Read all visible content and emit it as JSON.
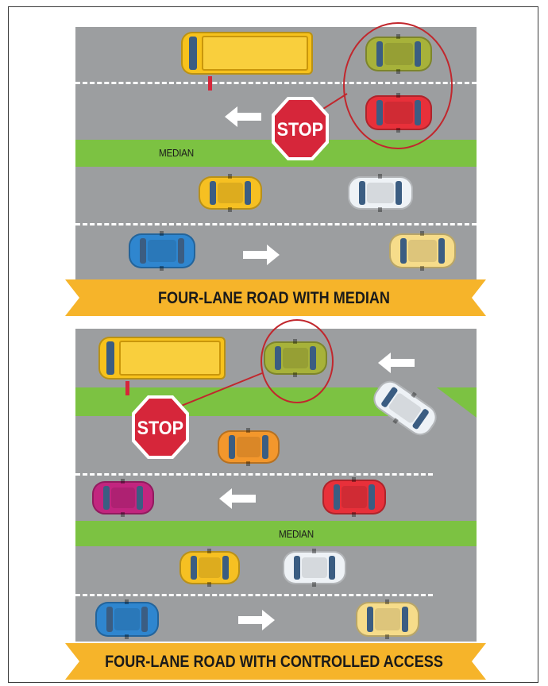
{
  "panels": [
    {
      "median_label": "MEDIAN",
      "stop_text": "STOP",
      "banner_text": "FOUR-LANE ROAD WITH MEDIAN"
    },
    {
      "median_label": "MEDIAN",
      "stop_text": "STOP",
      "banner_text": "FOUR-LANE ROAD WITH CONTROLLED ACCESS"
    }
  ],
  "colors": {
    "road": "#9c9ea0",
    "median": "#7cc242",
    "banner": "#f6b42a",
    "stop": "#d6263a",
    "highlight_circle": "#c1272d",
    "bus": "#f7c21c",
    "car_olive": "#a7b23a",
    "car_red": "#e8303a",
    "car_yellow": "#f6c022",
    "car_white": "#eef2f6",
    "car_blue": "#2f86cf",
    "car_cream": "#f6dc8a",
    "car_orange": "#f3972c",
    "car_magenta": "#c2257f"
  }
}
